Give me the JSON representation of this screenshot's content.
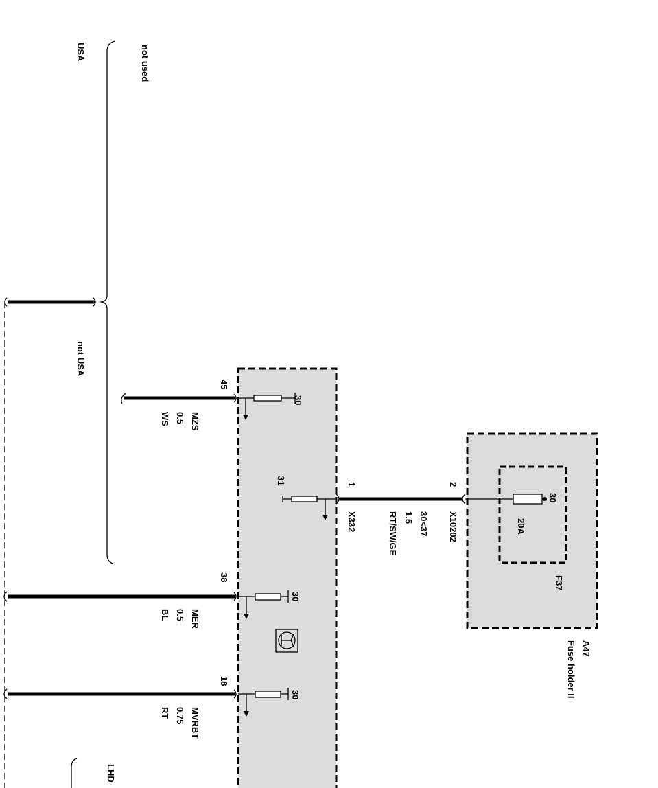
{
  "variants": {
    "usa": "USA",
    "not_used": "not used",
    "not_usa": "not USA",
    "lhd": "LHD"
  },
  "module": {
    "connector": "X332",
    "pins": [
      {
        "pin": "45",
        "terminal": "30",
        "wire_code": "MZS",
        "size": "0.5",
        "color": "WS"
      },
      {
        "pin": "1",
        "terminal": "31",
        "wire_code": "30<37",
        "size": "1.5",
        "color": "RT/SW/GE"
      },
      {
        "pin": "38",
        "terminal": "30",
        "wire_code": "MER",
        "size": "0.5",
        "color": "BL"
      },
      {
        "pin": "18",
        "terminal": "30",
        "wire_code": "MVRBT",
        "size": "0.75",
        "color": "RT"
      }
    ]
  },
  "fuse_holder": {
    "id": "A47",
    "name": "Fuse holder II",
    "connector": "X10202",
    "pin": "2",
    "fuse_id": "F37",
    "fuse_rating": "20A",
    "fuse_terminal": "30"
  },
  "colors": {
    "box_fill": "#dcdcdc",
    "line": "#000000"
  }
}
